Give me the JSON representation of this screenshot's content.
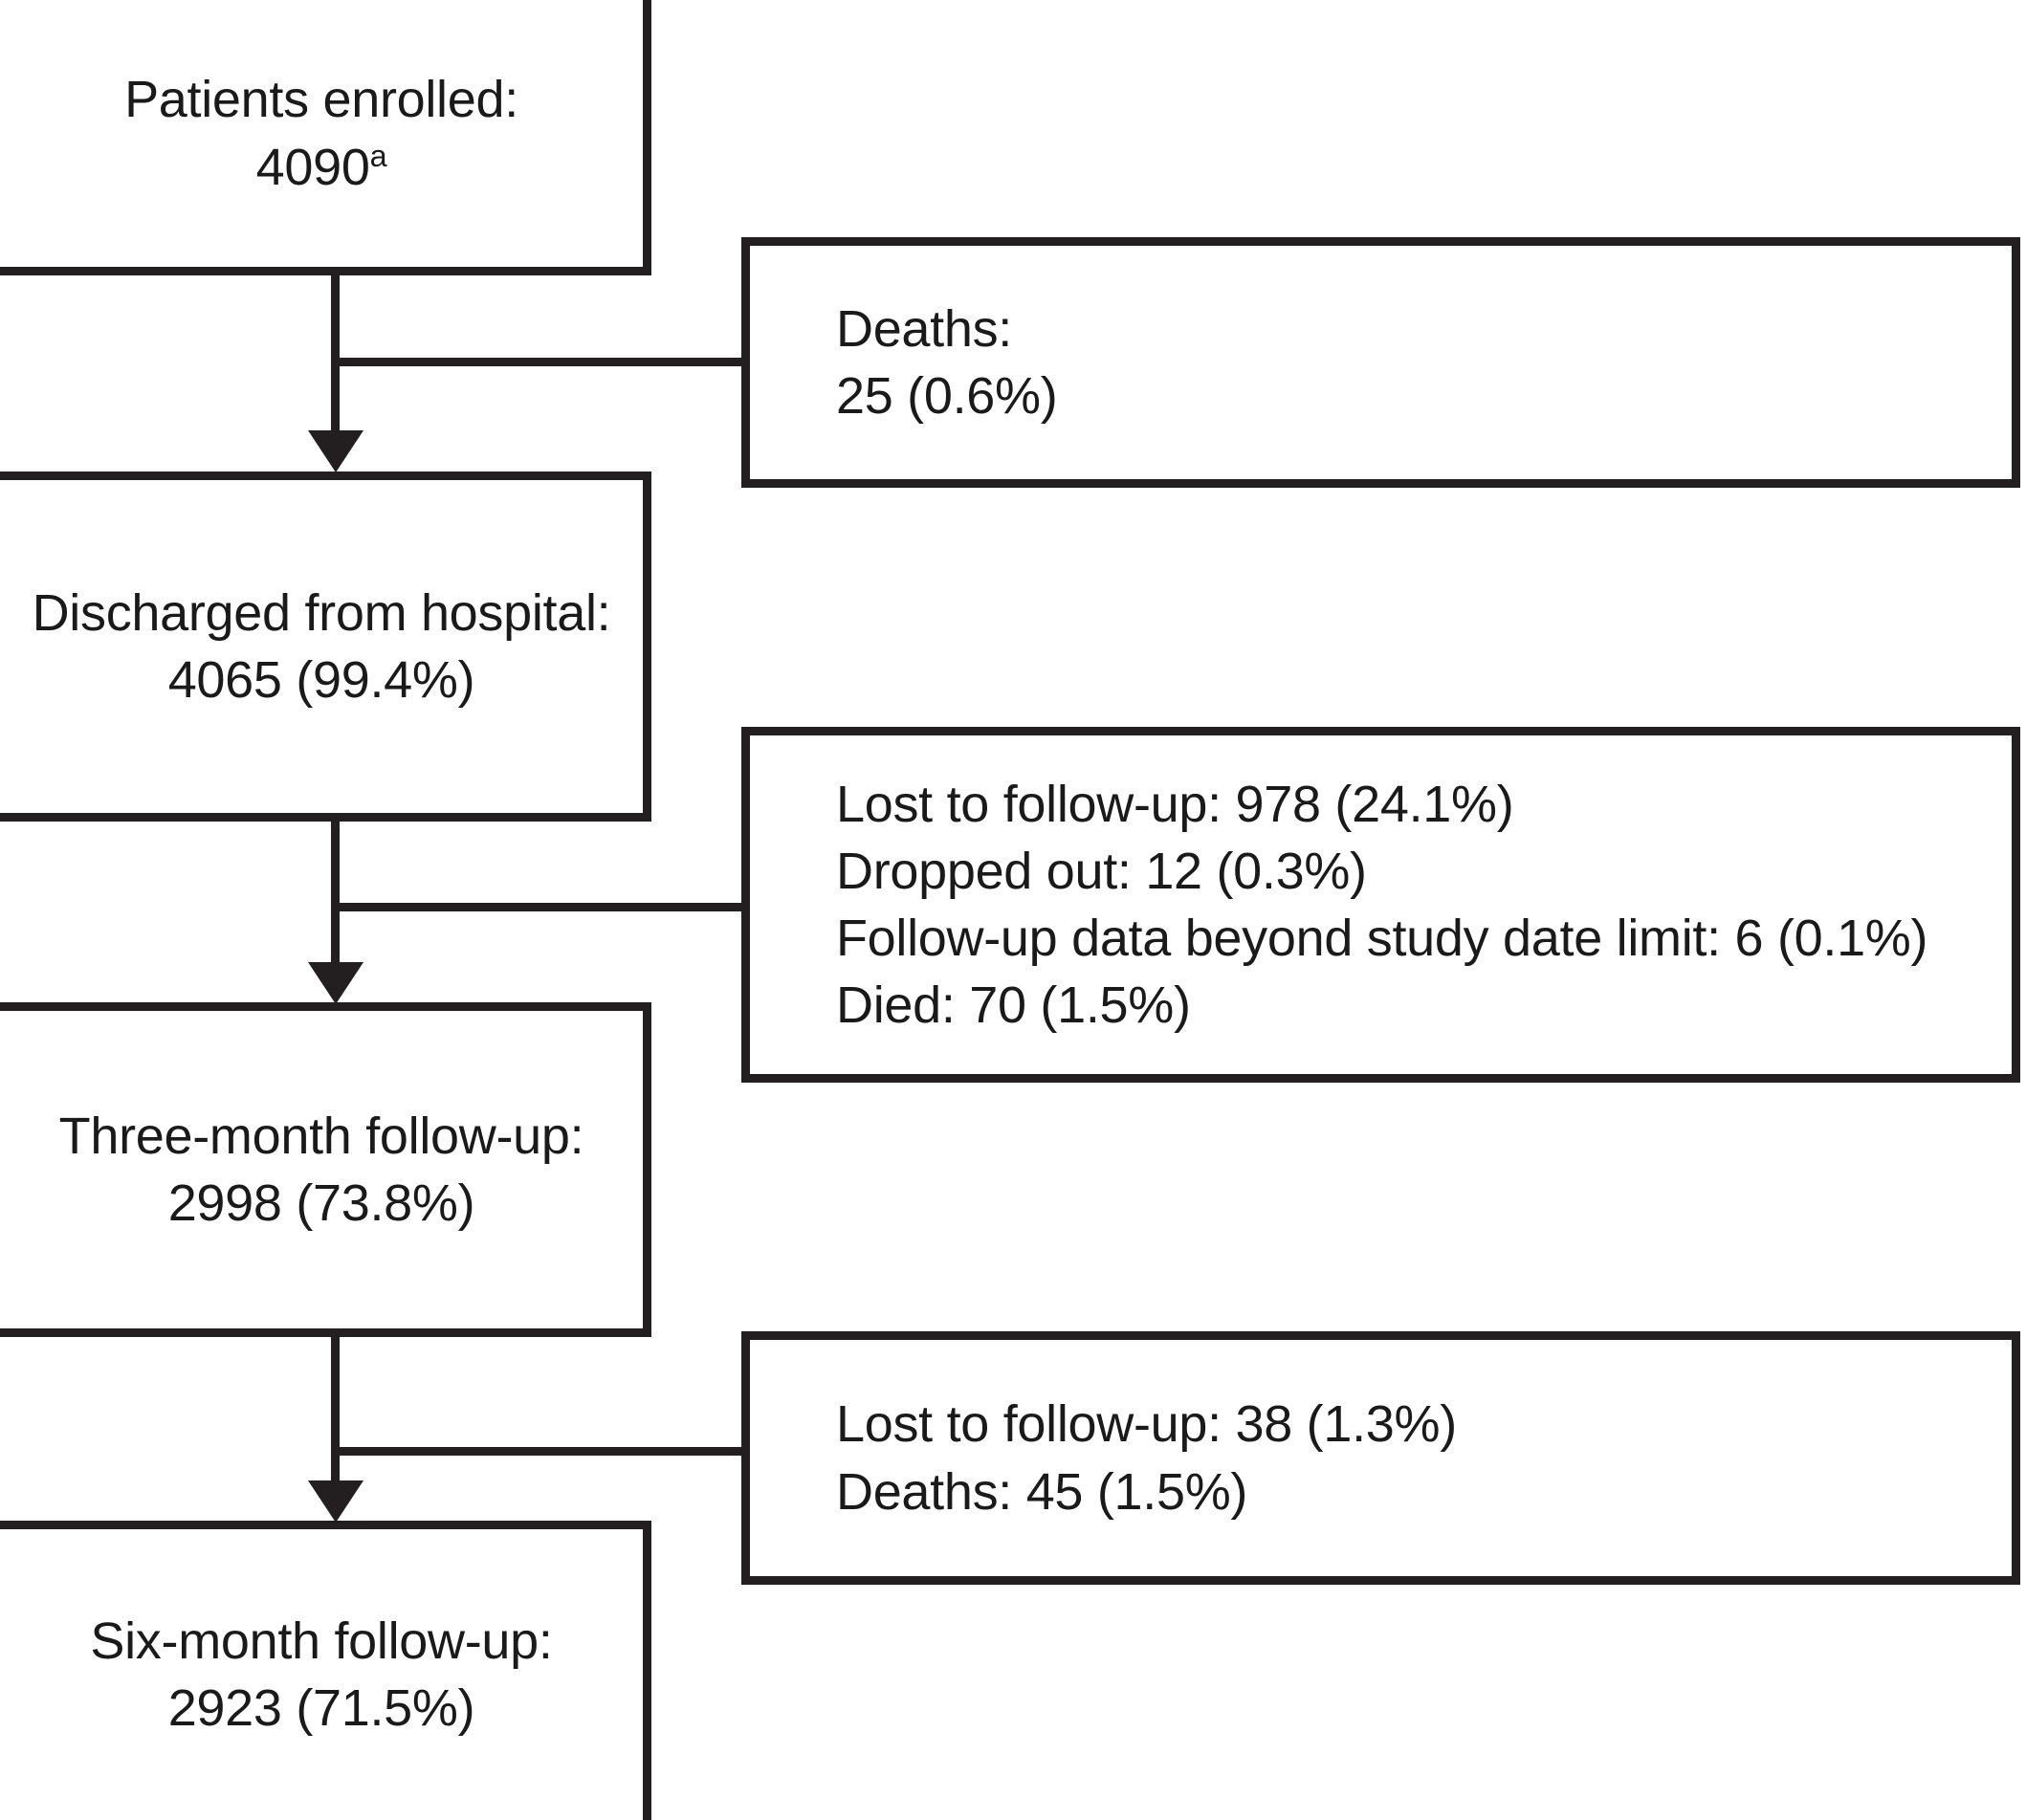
{
  "figure": {
    "type": "flowchart",
    "orientation": "top-to-bottom",
    "accent_color": "#231f20",
    "background_color": "#ffffff"
  },
  "nodes": {
    "enrolled": {
      "label": "Patients enrolled:",
      "value": "4090",
      "footnote_marker": "a"
    },
    "discharged": {
      "label": "Discharged from hospital:",
      "value": "4065 (99.4%)"
    },
    "three_month": {
      "label": "Three-month follow-up:",
      "value": "2998 (73.8%)"
    },
    "six_month": {
      "label": "Six-month follow-up:",
      "value": "2923 (71.5%)"
    }
  },
  "exclusions": {
    "after_enrollment": {
      "lines": [
        "Deaths:",
        "25 (0.6%)"
      ]
    },
    "after_discharge": {
      "lines": [
        "Lost to follow-up: 978 (24.1%)",
        "Dropped out: 12 (0.3%)",
        "Follow-up data beyond study date limit: 6 (0.1%)",
        "Died: 70 (1.5%)"
      ]
    },
    "after_three_month": {
      "lines": [
        "Lost to follow-up: 38 (1.3%)",
        "Deaths: 45 (1.5%)"
      ]
    }
  },
  "chart_data": {
    "type": "flowchart",
    "title": "",
    "stages": [
      {
        "name": "Patients enrolled",
        "n": 4090,
        "percent": null
      },
      {
        "name": "Discharged from hospital",
        "n": 4065,
        "percent": 99.4
      },
      {
        "name": "Three-month follow-up",
        "n": 2998,
        "percent": 73.8
      },
      {
        "name": "Six-month follow-up",
        "n": 2923,
        "percent": 71.5
      }
    ],
    "attrition": [
      {
        "after_stage": "Patients enrolled",
        "items": [
          {
            "reason": "Deaths",
            "n": 25,
            "percent": 0.6
          }
        ]
      },
      {
        "after_stage": "Discharged from hospital",
        "items": [
          {
            "reason": "Lost to follow-up",
            "n": 978,
            "percent": 24.1
          },
          {
            "reason": "Dropped out",
            "n": 12,
            "percent": 0.3
          },
          {
            "reason": "Follow-up data beyond study date limit",
            "n": 6,
            "percent": 0.1
          },
          {
            "reason": "Died",
            "n": 70,
            "percent": 1.5
          }
        ]
      },
      {
        "after_stage": "Three-month follow-up",
        "items": [
          {
            "reason": "Lost to follow-up",
            "n": 38,
            "percent": 1.3
          },
          {
            "reason": "Deaths",
            "n": 45,
            "percent": 1.5
          }
        ]
      }
    ]
  }
}
